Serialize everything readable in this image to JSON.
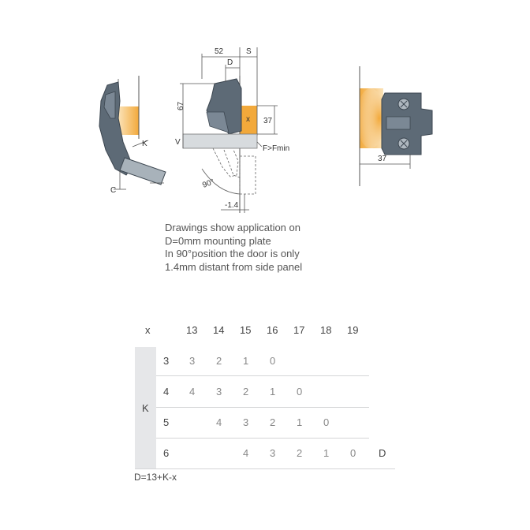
{
  "drawing": {
    "dims": {
      "d52": "52",
      "s": "S",
      "d": "D",
      "d67": "67",
      "d37_side": "37",
      "x": "x",
      "v": "V",
      "fmin": "F>Fmin",
      "angle": "90°",
      "gap": "-1.4",
      "k": "K",
      "c": "C",
      "d37_front": "37"
    },
    "colors": {
      "wood": "#f2a93b",
      "hinge": "#5d6a76",
      "line": "#555555"
    }
  },
  "caption": {
    "line1": "Drawings show application on",
    "line2": "D=0mm mounting plate",
    "line3": "In 90°position the door is only",
    "line4": "1.4mm distant from side panel"
  },
  "table": {
    "x_label": "x",
    "k_label": "K",
    "d_label": "D",
    "formula": "D=13+K-x",
    "columns": [
      "13",
      "14",
      "15",
      "16",
      "17",
      "18",
      "19"
    ],
    "rows": [
      {
        "k": "3",
        "cells": [
          "3",
          "2",
          "1",
          "0",
          "",
          "",
          ""
        ]
      },
      {
        "k": "4",
        "cells": [
          "4",
          "3",
          "2",
          "1",
          "0",
          "",
          ""
        ]
      },
      {
        "k": "5",
        "cells": [
          "",
          "4",
          "3",
          "2",
          "1",
          "0",
          ""
        ]
      },
      {
        "k": "6",
        "cells": [
          "",
          "",
          "4",
          "3",
          "2",
          "1",
          "0"
        ]
      }
    ]
  }
}
